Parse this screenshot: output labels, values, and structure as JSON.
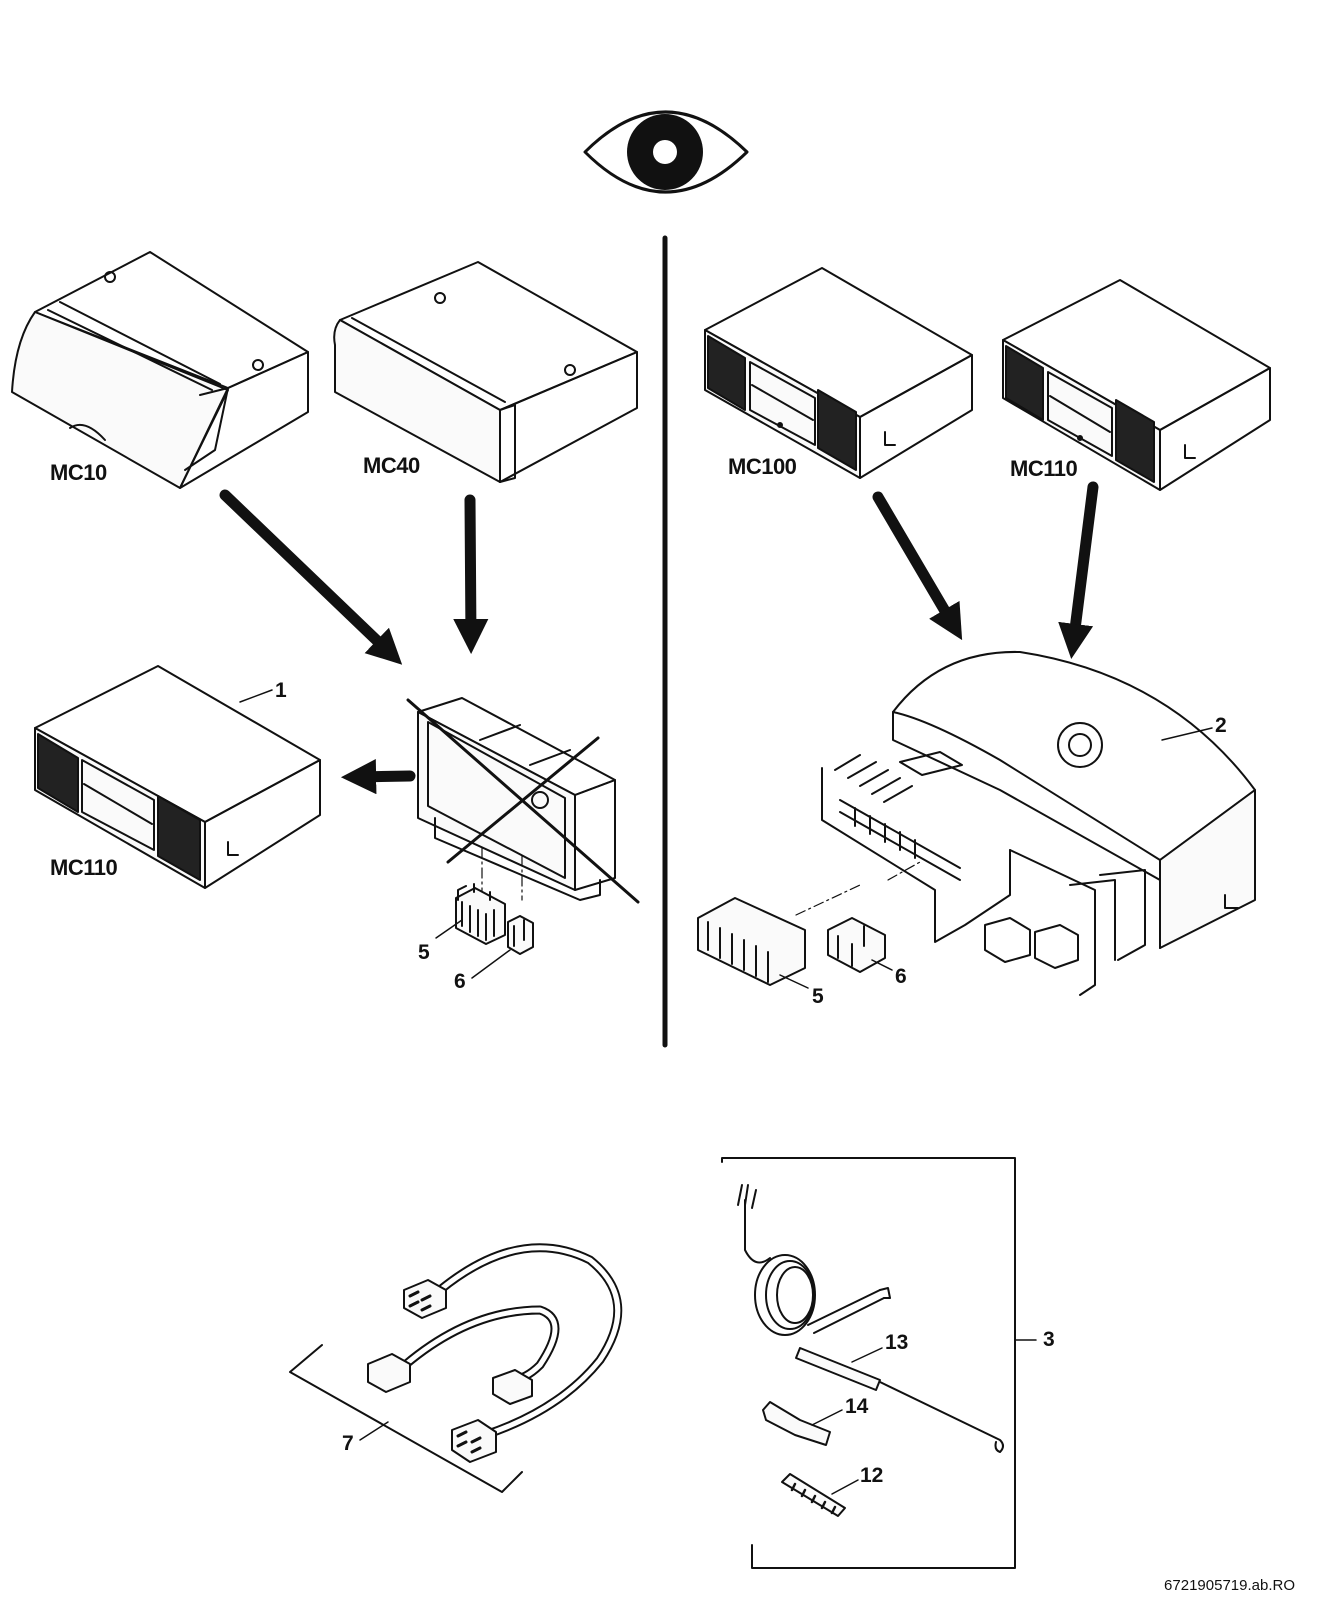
{
  "diagram": {
    "models": {
      "mc10": "MC10",
      "mc40": "MC40",
      "mc100": "MC100",
      "mc110_top": "MC110",
      "mc110_bottom": "MC110"
    },
    "callouts": {
      "c1": "1",
      "c2": "2",
      "c3": "3",
      "c5_left": "5",
      "c6_left": "6",
      "c5_right": "5",
      "c6_right": "6",
      "c7": "7",
      "c12": "12",
      "c13": "13",
      "c14": "14"
    },
    "doc_reference": "6721905719.ab.RO"
  },
  "icons": {
    "inspect": "eye-icon"
  },
  "colors": {
    "ink": "#111111",
    "paper": "#ffffff",
    "panel": "#f4f4f4"
  }
}
